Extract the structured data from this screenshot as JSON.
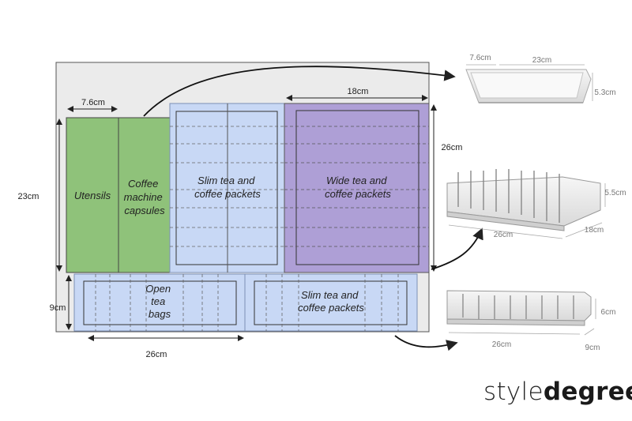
{
  "zones": {
    "utensils": "Utensils",
    "capsules": [
      "Coffee",
      "machine",
      "capsules"
    ],
    "slim_top": [
      "Slim tea and",
      "coffee packets"
    ],
    "wide": [
      "Wide tea and",
      "coffee packets"
    ],
    "open_tea": [
      "Open",
      "tea",
      "bags"
    ],
    "slim_bottom": [
      "Slim tea and",
      "coffee packets"
    ]
  },
  "dimensions": {
    "utensil_width": "7.6cm",
    "wide_width": "18cm",
    "drawer_height": "23cm",
    "wide_height": "26cm",
    "bottom_height": "9cm",
    "bottom_width": "26cm"
  },
  "products": {
    "tray": {
      "d1": "7.6cm",
      "d2": "23cm",
      "d3": "5.3cm"
    },
    "organizer_large": {
      "d1": "5.5cm",
      "d2": "26cm",
      "d3": "18cm"
    },
    "organizer_small": {
      "d1": "6cm",
      "d2": "26cm",
      "d3": "9cm"
    }
  },
  "brand": {
    "part1": "style",
    "part2": "degree"
  },
  "colors": {
    "drawer": "#ebebeb",
    "green": "#8fc27a",
    "blue": "#c8d8f5",
    "purple": "#ae9fd6",
    "line": "#444444"
  }
}
